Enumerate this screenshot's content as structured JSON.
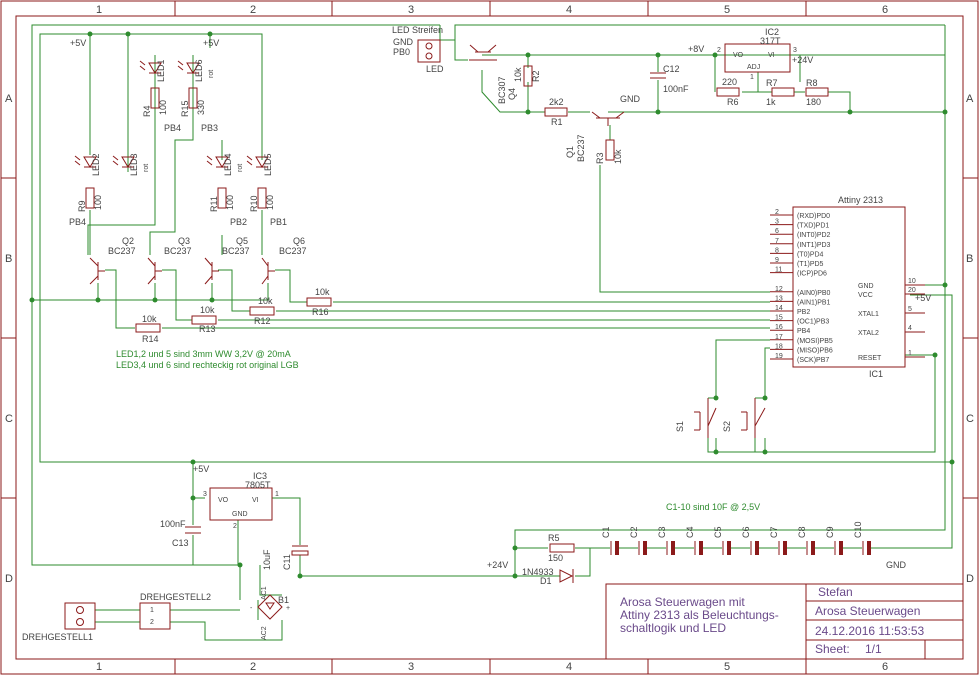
{
  "frame": {
    "columns": [
      "1",
      "2",
      "3",
      "4",
      "5",
      "6"
    ],
    "rows": [
      "A",
      "B",
      "C",
      "D"
    ]
  },
  "supply": {
    "p5v_a": "+5V",
    "p5v_b": "+5V",
    "p5v_c": "+5V",
    "p5v_d": "+5V",
    "p8v": "+8V",
    "p24v_a": "+24V",
    "p24v_b": "+24V",
    "gnd_a": "GND",
    "gnd_b": "GND"
  },
  "led_connector": {
    "name": "LED Streifen",
    "pin_gnd": "GND",
    "pin_pb0": "PB0",
    "label": "LED"
  },
  "leds": [
    {
      "name": "LED1",
      "note": ""
    },
    {
      "name": "LED6",
      "note": "rot"
    },
    {
      "name": "LED2",
      "note": ""
    },
    {
      "name": "LED3",
      "note": "rot"
    },
    {
      "name": "LED4",
      "note": "rot"
    },
    {
      "name": "LED5",
      "note": ""
    }
  ],
  "resistors": [
    {
      "name": "R4",
      "value": "100"
    },
    {
      "name": "R15",
      "value": "330"
    },
    {
      "name": "R9",
      "value": "100"
    },
    {
      "name": "R11",
      "value": "100"
    },
    {
      "name": "R10",
      "value": "100"
    },
    {
      "name": "R2",
      "value": "10k"
    },
    {
      "name": "R1",
      "value": "2k2"
    },
    {
      "name": "R3",
      "value": "10k"
    },
    {
      "name": "R6",
      "value": "220"
    },
    {
      "name": "R7",
      "value": "1k"
    },
    {
      "name": "R8",
      "value": "180"
    },
    {
      "name": "R16",
      "value": "10k"
    },
    {
      "name": "R12",
      "value": "10k"
    },
    {
      "name": "R13",
      "value": "10k"
    },
    {
      "name": "R14",
      "value": "10k"
    },
    {
      "name": "R5",
      "value": "150"
    }
  ],
  "nets": {
    "pb4_top": "PB4",
    "pb3": "PB3",
    "pb4": "PB4",
    "pb2": "PB2",
    "pb1": "PB1"
  },
  "transistors": [
    {
      "name": "Q2",
      "type": "BC237"
    },
    {
      "name": "Q3",
      "type": "BC237"
    },
    {
      "name": "Q5",
      "type": "BC237"
    },
    {
      "name": "Q6",
      "type": "BC237"
    },
    {
      "name": "Q4",
      "type": "BC307"
    },
    {
      "name": "Q1",
      "type": "BC237"
    }
  ],
  "ic2": {
    "name": "IC2",
    "type": "317T",
    "vo": "VO",
    "vi": "VI",
    "adj": "ADJ",
    "p1": "1",
    "p2": "2",
    "p3": "3"
  },
  "c12": {
    "name": "C12",
    "value": "100nF"
  },
  "mcu": {
    "title": "Attiny 2313",
    "name": "IC1",
    "left_pins": [
      {
        "num": "2",
        "label": "(RXD)PD0"
      },
      {
        "num": "3",
        "label": "(TXD)PD1"
      },
      {
        "num": "6",
        "label": "(INT0)PD2"
      },
      {
        "num": "7",
        "label": "(INT1)PD3"
      },
      {
        "num": "8",
        "label": "(T0)PD4"
      },
      {
        "num": "9",
        "label": "(T1)PD5"
      },
      {
        "num": "11",
        "label": "(ICP)PD6"
      },
      {
        "num": "12",
        "label": "(AIN0)PB0"
      },
      {
        "num": "13",
        "label": "(AIN1)PB1"
      },
      {
        "num": "14",
        "label": "PB2"
      },
      {
        "num": "15",
        "label": "(OC1)PB3"
      },
      {
        "num": "16",
        "label": "PB4"
      },
      {
        "num": "17",
        "label": "(MOSI)PB5"
      },
      {
        "num": "18",
        "label": "(MISO)PB6"
      },
      {
        "num": "19",
        "label": "(SCK)PB7"
      }
    ],
    "right_pins": [
      {
        "num": "10",
        "label": "GND"
      },
      {
        "num": "20",
        "label": "VCC"
      },
      {
        "num": "5",
        "label": "XTAL1"
      },
      {
        "num": "4",
        "label": "XTAL2"
      },
      {
        "num": "1",
        "label": "RESET"
      }
    ]
  },
  "switches": [
    {
      "name": "S1"
    },
    {
      "name": "S2"
    }
  ],
  "notes": {
    "led_line1": "LED1,2 und 5 sind 3mm WW 3,2V @ 20mA",
    "led_line2": "LED3,4 und 6 sind rechteckig rot original LGB",
    "caps_note": "C1-10 sind 10F @ 2,5V"
  },
  "ic3": {
    "name": "IC3",
    "type": "7805T",
    "vo": "VO",
    "vi": "VI",
    "gnd": "GND",
    "p1": "1",
    "p2": "2",
    "p3": "3"
  },
  "c13": {
    "name": "C13",
    "value": "100nF"
  },
  "c11": {
    "name": "C11",
    "value": "10uF"
  },
  "bridge": {
    "name": "B1",
    "ac1": "AC1",
    "ac2": "AC2",
    "plus": "+",
    "minus": "-"
  },
  "diode": {
    "name": "D1",
    "type": "1N4933"
  },
  "supercaps": [
    "C1",
    "C2",
    "C3",
    "C4",
    "C5",
    "C6",
    "C7",
    "C8",
    "C9",
    "C10"
  ],
  "connectors": {
    "dg1": "DREHGESTELL1",
    "dg2": "DREHGESTELL2",
    "pin1": "1",
    "pin2": "2"
  },
  "title_block": {
    "description_1": "Arosa Steuerwagen mit",
    "description_2": "Attiny 2313 als Beleuchtungs-",
    "description_3": "schaltlogik und LED",
    "author": "Stefan",
    "project": "Arosa Steuerwagen",
    "date": "24.12.2016 11:53:53",
    "sheet_label": "Sheet:",
    "sheet_value": "1/1"
  },
  "colors": {
    "frame": "#8b1a1a",
    "wire": "#2e8b2e",
    "text": "#444444",
    "title": "#6a4a8a"
  }
}
